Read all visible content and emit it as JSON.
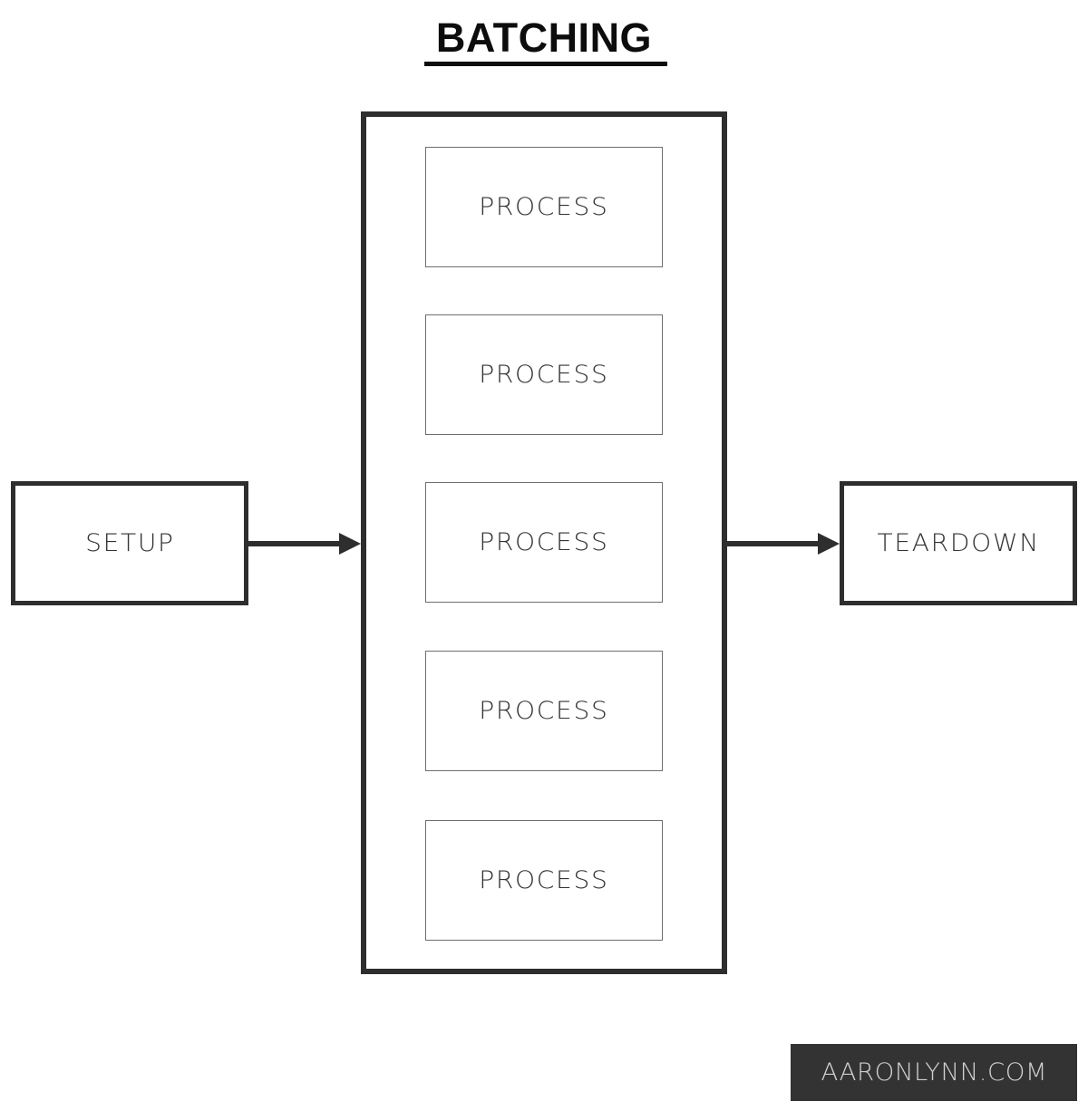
{
  "title": {
    "text": "BATCHING",
    "underlined": true
  },
  "colors": {
    "background": "#ffffff",
    "bold_stroke": "#2e2e2e",
    "thin_stroke": "#6e6e6e",
    "title_text": "#0d0d0d",
    "label_text": "#333333",
    "watermark_background": "#333333",
    "watermark_text": "#cfcfcf"
  },
  "diagram": {
    "type": "flowchart",
    "orientation": "left-to-right",
    "nodes": [
      {
        "id": "setup",
        "label": "SETUP",
        "style": "bold-box"
      },
      {
        "id": "batch",
        "label": "",
        "style": "bold-container"
      },
      {
        "id": "teardown",
        "label": "TEARDOWN",
        "style": "bold-box"
      }
    ],
    "edges": [
      {
        "from": "setup",
        "to": "batch",
        "style": "solid-arrow"
      },
      {
        "from": "batch",
        "to": "teardown",
        "style": "solid-arrow"
      }
    ]
  },
  "setup": {
    "label": "SETUP"
  },
  "teardown": {
    "label": "TEARDOWN"
  },
  "batch": {
    "processes": [
      {
        "label": "PROCESS"
      },
      {
        "label": "PROCESS"
      },
      {
        "label": "PROCESS"
      },
      {
        "label": "PROCESS"
      },
      {
        "label": "PROCESS"
      }
    ]
  },
  "watermark": {
    "text": "AARONLYNN.COM"
  }
}
